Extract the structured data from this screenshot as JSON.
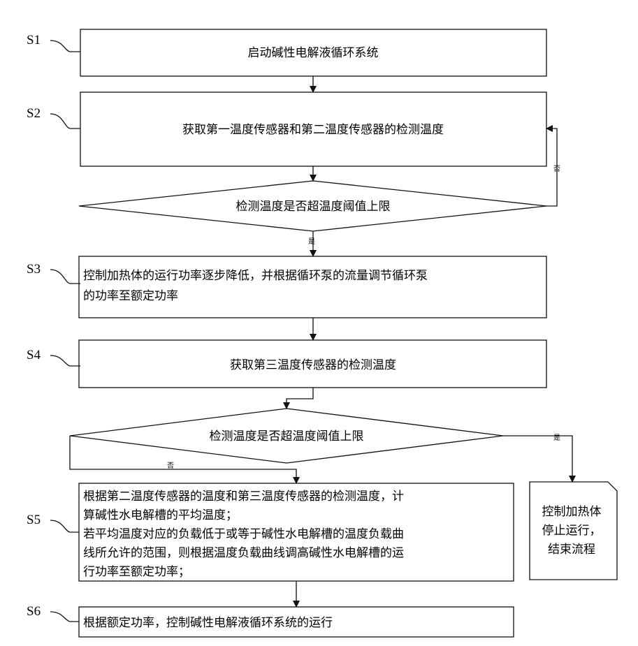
{
  "steps": {
    "s1": {
      "label": "S1",
      "text": "启动碱性电解液循环系统"
    },
    "s2": {
      "label": "S2",
      "text": "获取第一温度传感器和第二温度传感器的检测温度"
    },
    "d1": {
      "text": "检测温度是否超温度阈值上限",
      "no": "否",
      "yes": "是"
    },
    "s3": {
      "label": "S3",
      "line1": "控制加热体的运行功率逐步降低，并根据循环泵的流量调节循环泵",
      "line2": "的功率至额定功率"
    },
    "s4": {
      "label": "S4",
      "text": "获取第三温度传感器的检测温度"
    },
    "d2": {
      "text": "检测温度是否超温度阈值上限",
      "no": "否",
      "yes": "是"
    },
    "s5": {
      "label": "S5",
      "line1": "根据第二温度传感器的温度和第三温度传感器的检测温度，计",
      "line2": "算碱性水电解槽的平均温度；",
      "line3": "若平均温度对应的负载低于或等于碱性水电解槽的温度负载曲",
      "line4": "线所允许的范围，则根据温度负载曲线调高碱性水电解槽的运",
      "line5": "行功率至额定功率；"
    },
    "stop": {
      "line1": "控制加热体",
      "line2": "停止运行，",
      "line3": "结束流程"
    },
    "s6": {
      "label": "S6",
      "text": "根据额定功率，控制碱性电解液循环系统的运行"
    }
  }
}
